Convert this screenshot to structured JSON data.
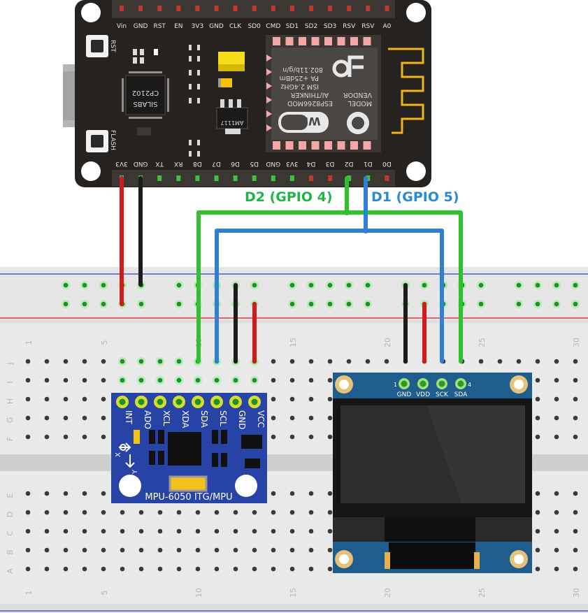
{
  "nodemcu": {
    "top_pins": [
      "Vin",
      "GND",
      "RST",
      "EN",
      "3V3",
      "GND",
      "CLK",
      "SD0",
      "CMD",
      "SD1",
      "SD2",
      "SD3",
      "RSV",
      "RSV",
      "A0"
    ],
    "bottom_pins": [
      "3V3",
      "GND",
      "TX",
      "RX",
      "D8",
      "D7",
      "D6",
      "D5",
      "GND",
      "3V3",
      "D4",
      "D3",
      "D2",
      "D1",
      "D0"
    ],
    "rst_label": "RST",
    "flash_label": "FLASH",
    "usb_chip": [
      "SILABS",
      "CP2102"
    ],
    "regulator": "AM1117",
    "esp_module": [
      "MODEL",
      "VENDOR",
      "ESP8266MOD",
      "AI/THINKER",
      "ISM 2.4GHz",
      "PA +25dBm",
      "802.11b/g/n"
    ],
    "wifi_text": "Wi Fi",
    "colors": {
      "board": "#25221f",
      "header": "#3b3834",
      "module": "#3a3733"
    }
  },
  "wire_labels": {
    "d2": "D2 (GPIO 4)",
    "d1": "D1 (GPIO 5)"
  },
  "breadboard": {
    "row_letters_top": [
      "J",
      "I",
      "H",
      "G",
      "F"
    ],
    "row_letters_bottom": [
      "E",
      "D",
      "C",
      "B",
      "A"
    ],
    "column_numbers": [
      "1",
      "5",
      "10",
      "15",
      "20",
      "25",
      "30"
    ]
  },
  "mpu": {
    "pins": [
      "INT",
      "ADO",
      "XCL",
      "XDA",
      "SDA",
      "SCL",
      "GND",
      "VCC"
    ],
    "title": "MPU-6050 ITG/MPU",
    "axes": [
      "X",
      "Y"
    ],
    "color": "#2843a6"
  },
  "oled": {
    "pins": [
      "GND",
      "VDD",
      "SCK",
      "SDA"
    ],
    "pin_numbers": [
      "1",
      "4"
    ],
    "color": "#1f5d8c"
  },
  "colors": {
    "wire_green": "#2fc12f",
    "wire_blue": "#2f7fd4",
    "wire_red": "#d21a1a",
    "wire_black": "#1c1c1c",
    "label_green": "#22b34a",
    "label_blue": "#2a8ad4"
  }
}
